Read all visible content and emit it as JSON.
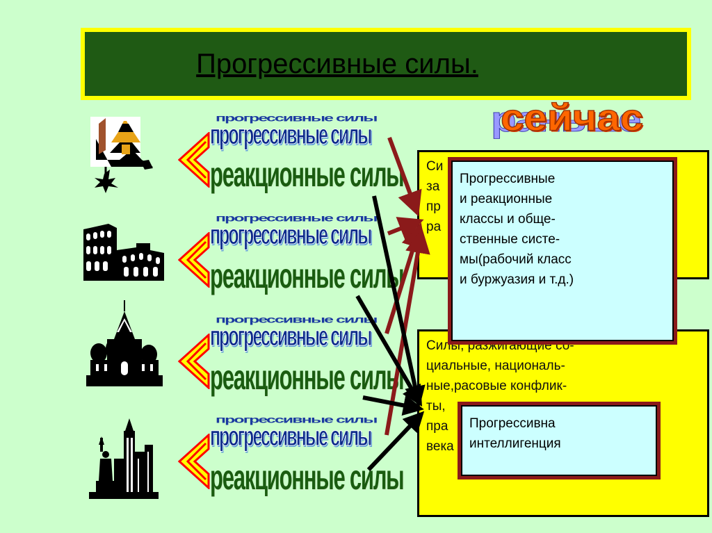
{
  "title": "Прогрессивные силы.",
  "now_label": "сейчас",
  "now_shadow": "раньше",
  "rows": [
    {
      "progressive": "прогрессивные силы",
      "reactionary": "реакционные силы"
    },
    {
      "progressive": "прогрессивные силы",
      "reactionary": "реакционные силы"
    },
    {
      "progressive": "прогрессивные силы",
      "reactionary": "реакционные силы"
    },
    {
      "progressive": "прогрессивные силы",
      "reactionary": "реакционные силы"
    }
  ],
  "top_yellow_box": {
    "lines": [
      "Си",
      "за",
      "пр",
      "ра"
    ]
  },
  "top_cyan_box": {
    "lines": [
      "Прогрессивные",
      "и реакционные",
      "классы  и обще-",
      "ственные систе-",
      "мы(рабочий класс",
      "и буржуазия и т.д.)"
    ]
  },
  "bottom_yellow_box": {
    "lines": [
      "Силы, разжигающие со-",
      "циальные, националь-",
      "ные,расовые конфлик-",
      "ты,",
      "пра",
      "века"
    ]
  },
  "bottom_cyan_box": {
    "lines": [
      "Прогрессивна",
      "интеллигенция"
    ]
  },
  "icons": [
    "pagoda-icon",
    "colosseum-icon",
    "kremlin-cathedral-icon",
    "statue-of-liberty-skyline-icon"
  ],
  "colors": {
    "background": "#ccffcc",
    "banner": "#1f5a14",
    "banner_border": "#ffff00",
    "box_yellow": "#ffff00",
    "box_cyan": "#ccffff",
    "arrow_dark_red": "#8b1a1a",
    "arrow_black": "#000000",
    "chevron_fill": "#ffff00",
    "chevron_border": "#ff0000"
  }
}
